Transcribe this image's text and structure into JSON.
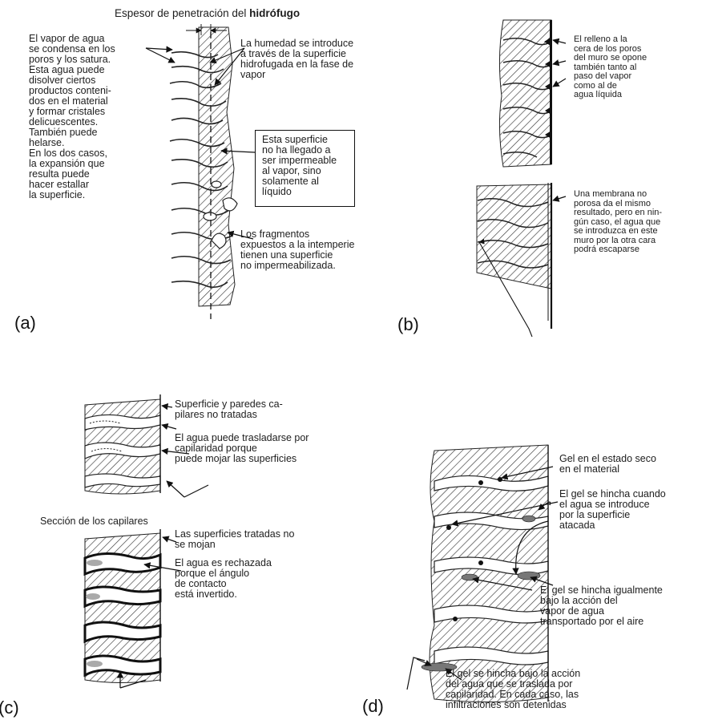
{
  "panel_a": {
    "label": "(a)",
    "title": "Espesor de penetración del ",
    "title_bold": "hidrófugo",
    "left_text": "El vapor de agua\nse condensa en los\nporos y los satura.\nEsta agua puede\ndisolver ciertos\nproductos conteni-\ndos en el material\ny formar cristales\ndelicuescentes.\nTambién puede\nhelarse.\nEn los dos casos,\nla expansión que\nresulta puede\nhacer estallar\nla superficie.",
    "right_text_1": "La humedad se introduce\na través de la superficie\nhidrofugada en la fase de\nvapor",
    "box_text": "Esta superficie\nno ha llegado a\nser impermeable\nal vapor, sino\nsolamente al\nlíquido",
    "right_text_2": "Los fragmentos\nexpuestos a la intemperie\ntienen una superficie\nno impermeabilizada."
  },
  "panel_b": {
    "label": "(b)",
    "text_1": "El relleno a la\ncera de los poros\ndel muro se opone\ntambién tanto al\npaso del vapor\ncomo al de\nagua líquida",
    "text_2": "Una membrana no\nporosa da el mismo\nresultado, pero en nin-\ngún caso, el agua que\nse introduzca en este\nmuro por la otra cara\npodrá escaparse"
  },
  "panel_c": {
    "label": "(c)",
    "text_1": "Superficie y paredes ca-\npilares no tratadas",
    "text_2": "El agua puede trasladarse por\ncapilaridad porque\npuede mojar las superficies",
    "section_title": "Sección de los capilares",
    "text_3": "Las superficies tratadas no\nse mojan",
    "text_4": "El agua es rechazada\nporque el ángulo\nde contacto\nestá invertido."
  },
  "panel_d": {
    "label": "(d)",
    "text_1": "Gel en el estado seco\nen el material",
    "text_2": "El gel se hincha cuando\nel agua se introduce\npor la superficie\natacada",
    "text_3": "El gel se hincha igualmente\nbajo la acción del\nvapor de agua\ntransportado por el aire",
    "text_4": "El gel se hincha bajo la acción\ndel agua que se traslada por\ncapilaridad. En cada caso, las\ninfiltraciones son detenidas"
  }
}
